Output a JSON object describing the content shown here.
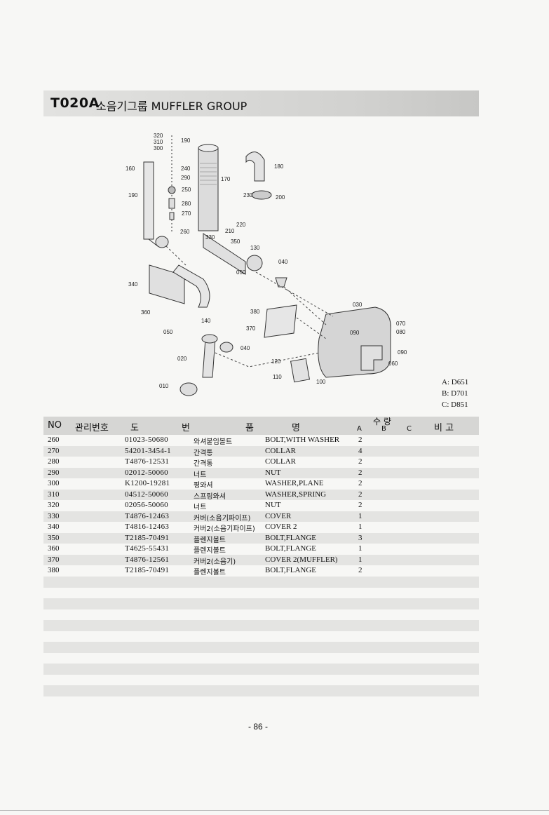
{
  "header": {
    "code": "T020A",
    "title": "소음기그룹 MUFFLER GROUP"
  },
  "diagram": {
    "callouts": [
      "320",
      "310",
      "190",
      "300",
      "160",
      "240",
      "290",
      "190",
      "250",
      "280",
      "270",
      "260",
      "170",
      "180",
      "230",
      "200",
      "220",
      "210",
      "330",
      "350",
      "130",
      "040",
      "050",
      "340",
      "360",
      "140",
      "380",
      "030",
      "370",
      "070",
      "080",
      "090",
      "050",
      "040",
      "090",
      "060",
      "020",
      "120",
      "110",
      "100",
      "010"
    ]
  },
  "models": [
    "A: D651",
    "B: D701",
    "C: D851"
  ],
  "table": {
    "headers": {
      "no": "NO",
      "mgmt": "관리번호",
      "drawing_1": "도",
      "drawing_2": "번",
      "name_1": "품",
      "name_2": "명",
      "qty": "수 량",
      "qty_a": "A",
      "qty_b": "B",
      "qty_c": "C",
      "remark": "비 고"
    },
    "rows": [
      {
        "no": "260",
        "part": "01023-50680",
        "kor": "와셔붙임볼트",
        "eng": "BOLT,WITH WASHER",
        "qa": "2"
      },
      {
        "no": "270",
        "part": "54201-3454-1",
        "kor": "간격통",
        "eng": "COLLAR",
        "qa": "4"
      },
      {
        "no": "280",
        "part": "T4876-12531",
        "kor": "간격통",
        "eng": "COLLAR",
        "qa": "2"
      },
      {
        "no": "290",
        "part": "02012-50060",
        "kor": "너트",
        "eng": "NUT",
        "qa": "2"
      },
      {
        "no": "300",
        "part": "K1200-19281",
        "kor": "평와셔",
        "eng": "WASHER,PLANE",
        "qa": "2"
      },
      {
        "no": "310",
        "part": "04512-50060",
        "kor": "스프링와셔",
        "eng": "WASHER,SPRING",
        "qa": "2"
      },
      {
        "no": "320",
        "part": "02056-50060",
        "kor": "너트",
        "eng": "NUT",
        "qa": "2"
      },
      {
        "no": "330",
        "part": "T4876-12463",
        "kor": "커버(소음기파이프)",
        "eng": "COVER",
        "qa": "1"
      },
      {
        "no": "340",
        "part": "T4816-12463",
        "kor": "커버2(소음기파이프)",
        "eng": "COVER 2",
        "qa": "1"
      },
      {
        "no": "350",
        "part": "T2185-70491",
        "kor": "플렌지볼트",
        "eng": "BOLT,FLANGE",
        "qa": "3"
      },
      {
        "no": "360",
        "part": "T4625-55431",
        "kor": "플렌지볼트",
        "eng": "BOLT,FLANGE",
        "qa": "1"
      },
      {
        "no": "370",
        "part": "T4876-12561",
        "kor": "커버2(소음기)",
        "eng": "COVER 2(MUFFLER)",
        "qa": "1"
      },
      {
        "no": "380",
        "part": "T2185-70491",
        "kor": "플렌지볼트",
        "eng": "BOLT,FLANGE",
        "qa": "2"
      }
    ]
  },
  "footer": {
    "page": "- 86 -"
  }
}
